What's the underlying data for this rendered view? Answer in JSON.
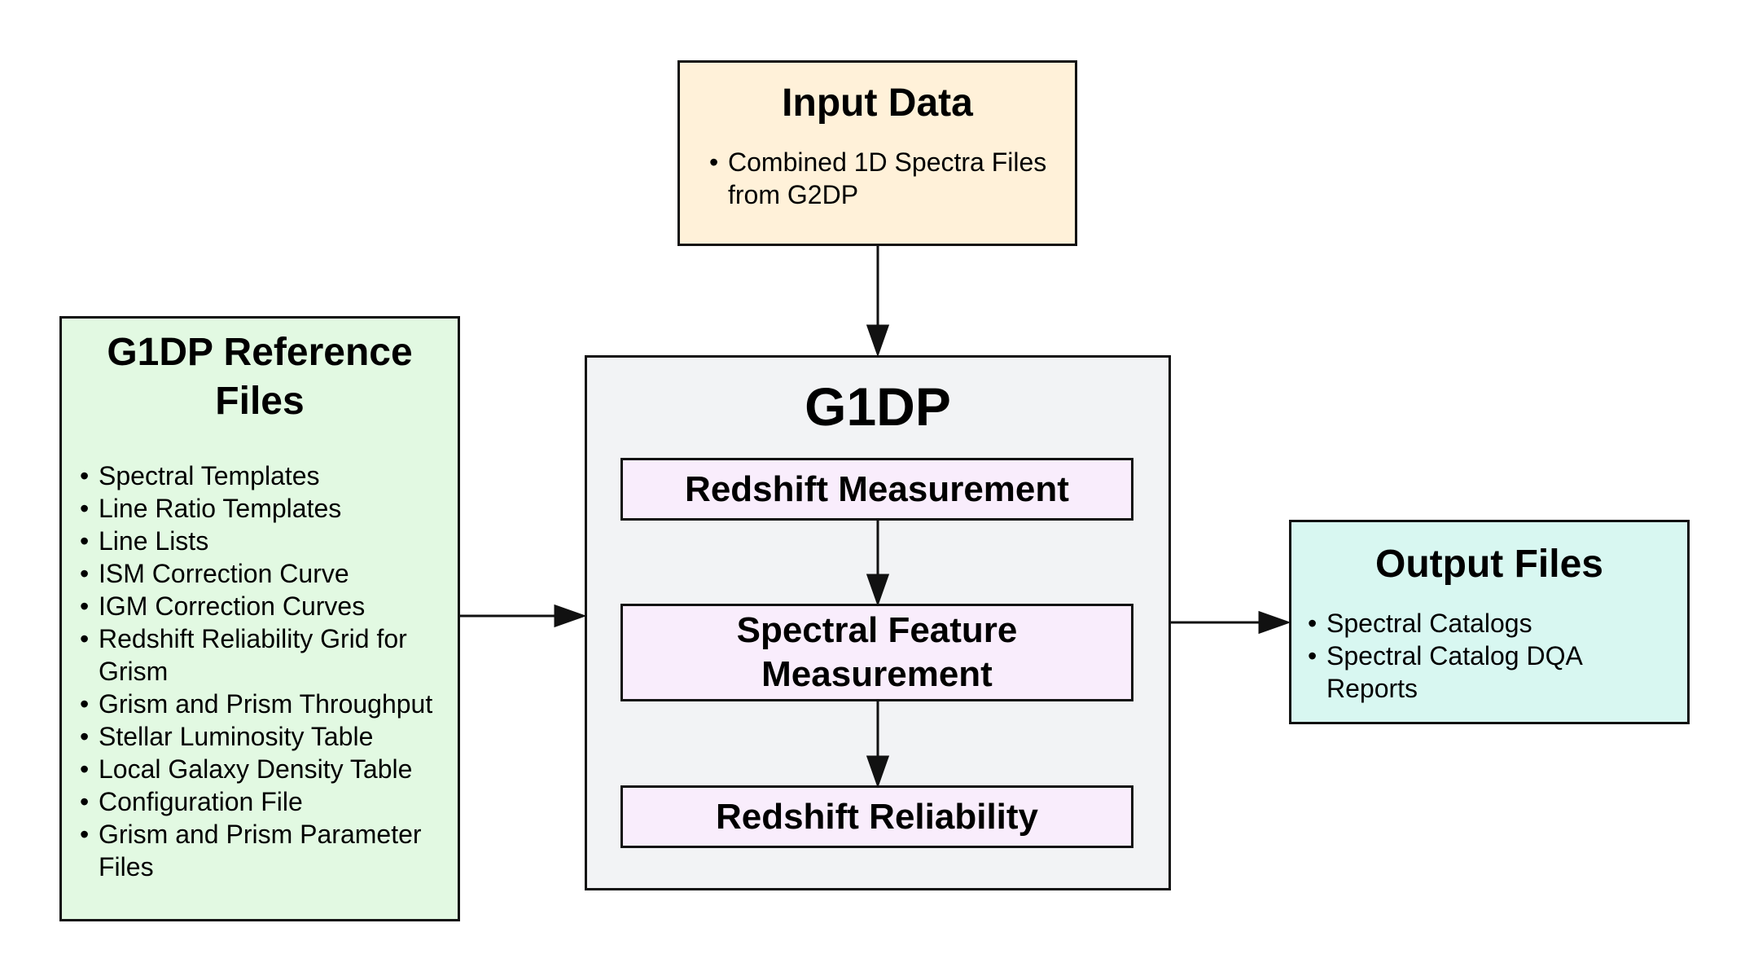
{
  "input_data": {
    "title": "Input Data",
    "items": [
      "Combined 1D Spectra Files from G2DP"
    ],
    "fill_color": "#fff1d9"
  },
  "reference_files": {
    "title_line1": "G1DP Reference",
    "title_line2": "Files",
    "items": [
      "Spectral Templates",
      "Line Ratio Templates",
      "Line Lists",
      "ISM Correction Curve",
      "IGM Correction Curves",
      "Redshift Reliability Grid for Grism",
      "Grism and Prism Throughput",
      "Stellar Luminosity Table",
      "Local Galaxy Density Table",
      "Configuration File",
      "Grism and Prism Parameter Files"
    ],
    "fill_color": "#e2f9e2"
  },
  "g1dp": {
    "title": "G1DP",
    "steps": [
      "Redshift Measurement",
      "Spectral Feature Measurement",
      "Redshift Reliability"
    ],
    "fill_color": "#f2f3f5",
    "step_fill_color": "#f9edfc"
  },
  "output_files": {
    "title": "Output Files",
    "items": [
      "Spectral Catalogs",
      "Spectral Catalog DQA Reports"
    ],
    "fill_color": "#d8f7f1"
  }
}
